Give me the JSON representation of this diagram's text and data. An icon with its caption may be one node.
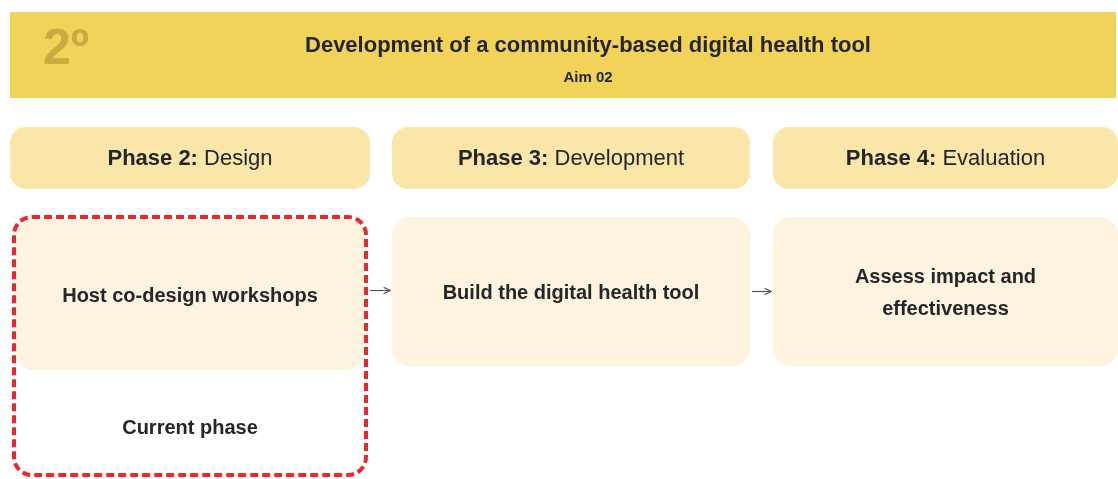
{
  "diagram": {
    "nodes": [
      {
        "text": [
          "2º",
          "Development of a community-based digital health tool",
          "Aim 02"
        ]
      },
      {
        "text": [
          "**Phase 2:** Design"
        ]
      },
      {
        "text": [
          "**Phase 3:** Development"
        ]
      },
      {
        "text": [
          "**Phase 4:** Evaluation"
        ]
      },
      {
        "text": [
          "Current phase"
        ]
      },
      {
        "text": [
          "Host co-design workshops"
        ],
        "in": 4
      },
      {
        "text": [
          "Build the digital health tool"
        ]
      },
      {
        "text": [
          "Assess impact and effectiveness"
        ]
      }
    ],
    "edges": [
      {
        "from": 5,
        "to": 6,
        "arrow": "to"
      },
      {
        "from": 6,
        "to": 7,
        "arrow": "to"
      }
    ]
  }
}
